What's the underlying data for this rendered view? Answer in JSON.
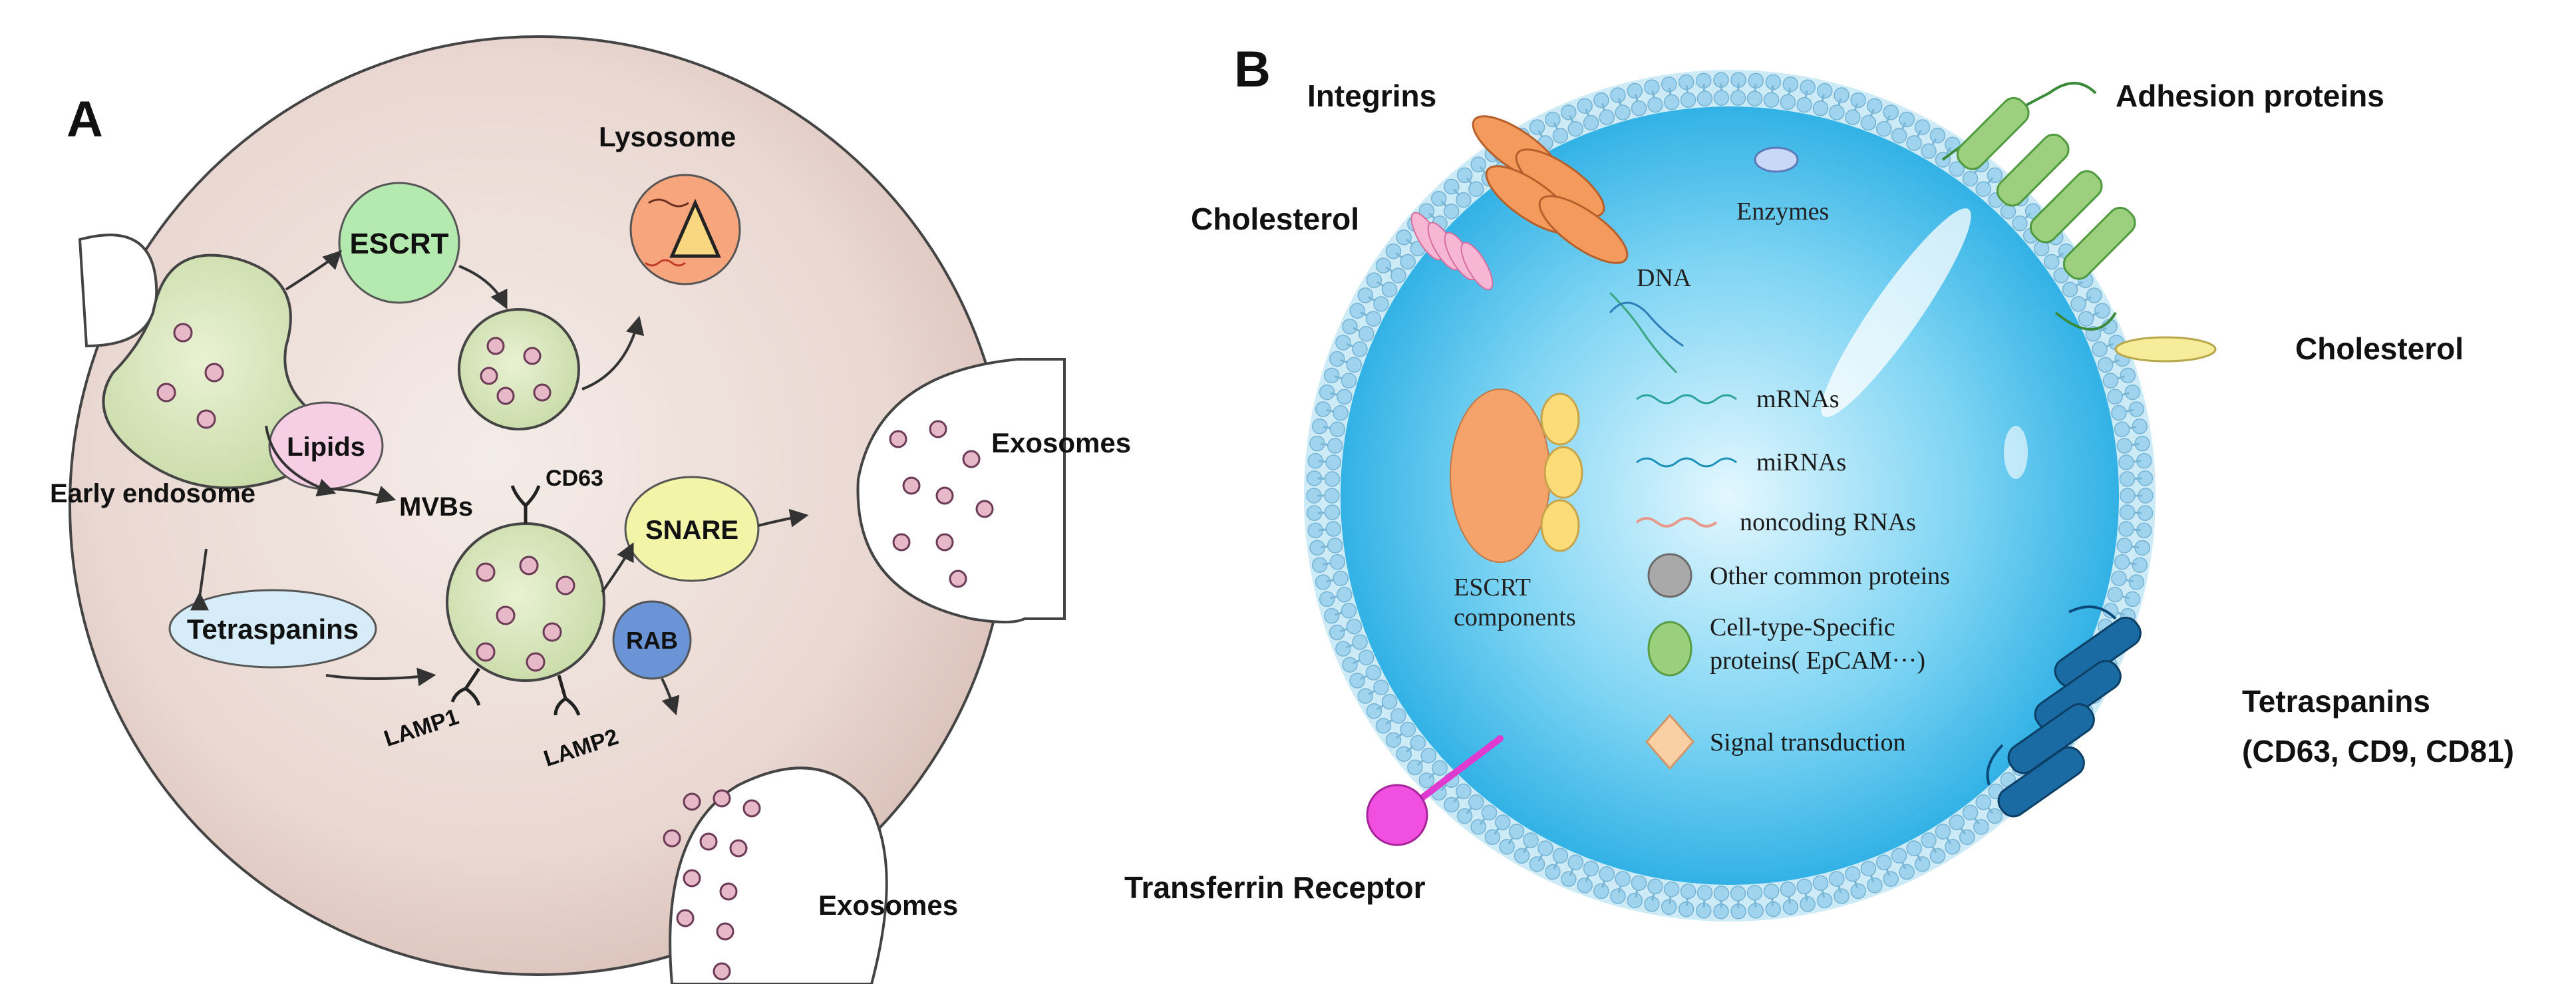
{
  "panel_a": {
    "letter": "A",
    "labels": {
      "lysosome": "Lysosome",
      "escrt": "ESCRT",
      "lipids": "Lipids",
      "early_endosome": "Early endosome",
      "mvbs": "MVBs",
      "cd63": "CD63",
      "snare": "SNARE",
      "rab": "RAB",
      "tetraspanins": "Tetraspanins",
      "lamp1": "LAMP1",
      "lamp2": "LAMP2",
      "exosomes_right": "Exosomes",
      "exosomes_bottom": "Exosomes"
    }
  },
  "panel_b": {
    "letter": "B",
    "labels": {
      "integrins": "Integrins",
      "adhesion_proteins": "Adhesion proteins",
      "cholesterol_left": "Cholesterol",
      "cholesterol_right": "Cholesterol",
      "enzymes": "Enzymes",
      "dna": "DNA",
      "escrt_line1": "ESCRT",
      "escrt_line2": "components",
      "tetraspanins_line1": "Tetraspanins",
      "tetraspanins_line2": "(CD63, CD9, CD81)",
      "transferrin_receptor": "Transferrin Receptor"
    },
    "legend": {
      "mrnas": "mRNAs",
      "mirnas": "miRNAs",
      "noncoding": "noncoding RNAs",
      "other_proteins": "Other common proteins",
      "cell_specific_line1": "Cell-type-Specific",
      "cell_specific_line2": "proteins( EpCAM···)",
      "signal": "Signal transduction"
    }
  }
}
